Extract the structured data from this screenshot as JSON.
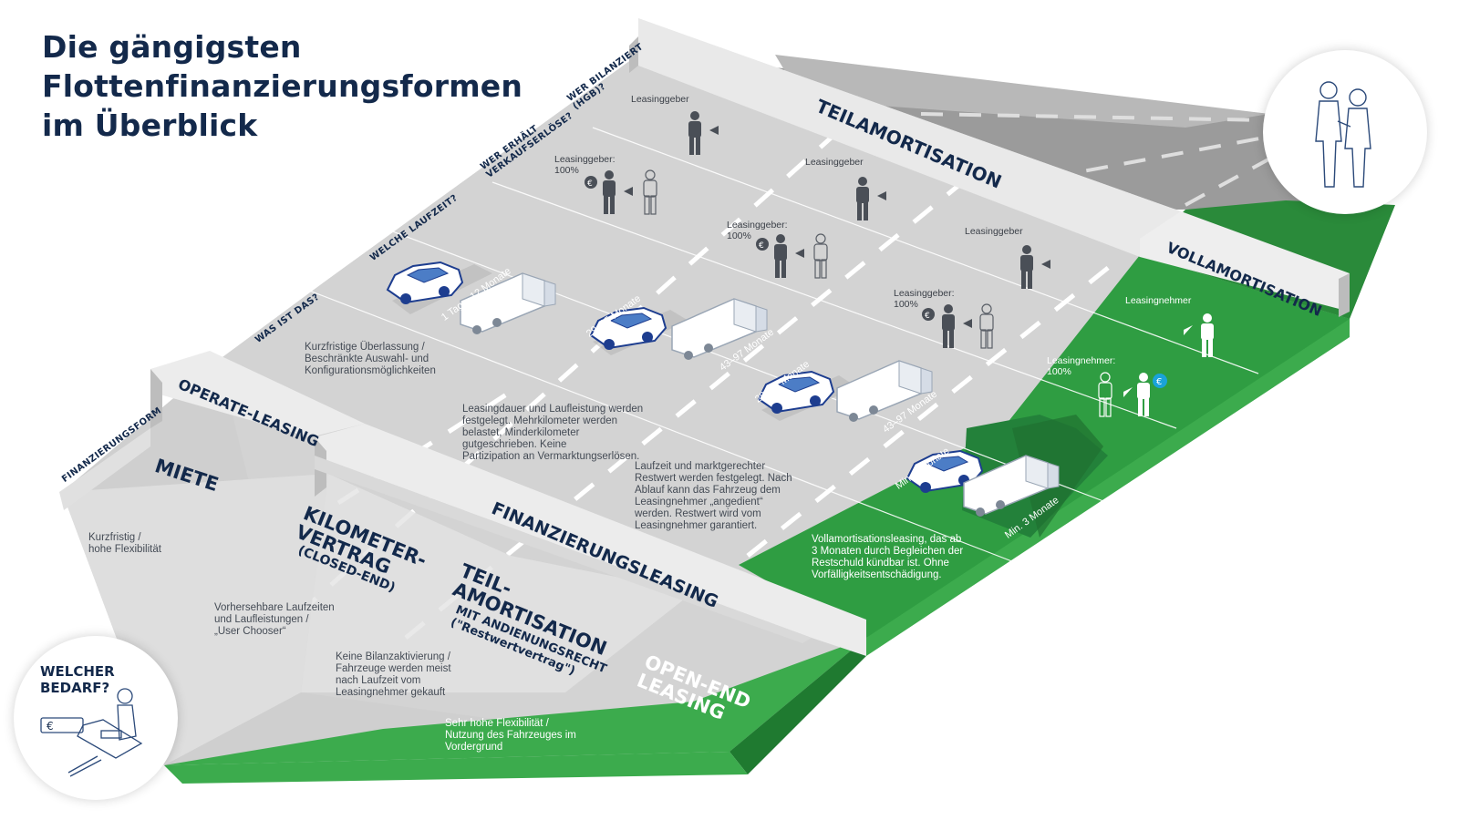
{
  "title": "Die gängigsten\nFlottenfinanzierungsformen\nim Überblick",
  "questions": {
    "finanzierungsform": "FINANZIERUNGSFORM",
    "was_ist_das": "WAS IST DAS?",
    "laufzeit": "WELCHE LAUFZEIT?",
    "verkaufserloese": "WER ERHÄLT\nVERKAUFSERLÖSE?",
    "bilanziert": "WER BILANZIERT\n(HGB)?"
  },
  "categories": {
    "operate_leasing": "OPERATE-LEASING",
    "finanzierungsleasing": "FINANZIERUNGSLEASING",
    "teilamortisation_top": "TEILAMORTISATION",
    "vollamortisation": "VOLLAMORTISATION"
  },
  "forms": {
    "miete": "MIETE",
    "kilometer": "KILOMETER-\nVERTRAG",
    "kilometer_sub": "(CLOSED-END)",
    "teil": "TEIL-\nAMORTISATION",
    "teil_sub": "MIT ANDIENUNGSRECHT\n(\"Restwertvertrag\")",
    "openend": "OPEN-END\nLEASING"
  },
  "needs": {
    "miete": "Kurzfristig /\nhohe Flexibilität",
    "kilometer": "Vorhersehbare Laufzeiten\nund Laufleistungen /\n„User Chooser“",
    "teil": "Keine Bilanzaktivierung /\nFahrzeuge werden meist\nnach Laufzeit vom\nLeasingnehmer gekauft",
    "openend": "Sehr hohe Flexibilität /\nNutzung des Fahrzeuges im\nVordergrund"
  },
  "descriptions": {
    "miete": "Kurzfristige Überlassung /\nBeschränkte Auswahl- und\nKonfigurationsmöglichkeiten",
    "kilometer": "Leasingdauer und Laufleistung werden\nfestgelegt. Mehrkilometer werden\nbelastet, Minderkilometer\ngutgeschrieben. Keine\nPartizipation an Vermarktungserlösen.",
    "teil": "Laufzeit und marktgerechter\nRestwert werden festgelegt. Nach\nAblauf kann das Fahrzeug dem\nLeasingnehmer „angedient“\nwerden. Restwert wird vom\nLeasingnehmer garantiert.",
    "openend": "Vollamortisationsleasing, das ab\n3 Monaten durch Begleichen der\nRestschuld kündbar ist. Ohne\nVorfälligkeitsentschädigung."
  },
  "durations": {
    "miete_car": "1 Tag – 12 Monate",
    "km_car": "29–65 Monate",
    "km_truck": "43–97 Monate",
    "teil_car": "29–85 Monate",
    "teil_truck": "43–97 Monate",
    "open_car": "Min. 3 Monate",
    "open_truck": "Min. 3 Monate"
  },
  "proceeds": {
    "miete": "Leasinggeber:\n100%",
    "kilometer": "Leasinggeber:\n100%",
    "teil": "Leasinggeber:\n100%",
    "openend": "Leasingnehmer:\n100%"
  },
  "balance": {
    "miete": "Leasinggeber",
    "kilometer": "Leasinggeber",
    "teil": "Leasinggeber",
    "openend": "Leasingnehmer"
  },
  "bedarf": "WELCHER\nBEDARF?",
  "euro": "€",
  "icons": [
    "person-icon",
    "euro-coin-icon",
    "car-icon",
    "truck-icon",
    "handshake-icon",
    "desk-person-icon"
  ],
  "colors": {
    "title": "#13294b",
    "green_dark": "#1f8a36",
    "green": "#3cab4d",
    "grey_top": "#dcdcdc",
    "grey_road": "#c9c9c9",
    "grey_dark": "#8d8d8d",
    "accent_blue": "#1aa3d9"
  }
}
